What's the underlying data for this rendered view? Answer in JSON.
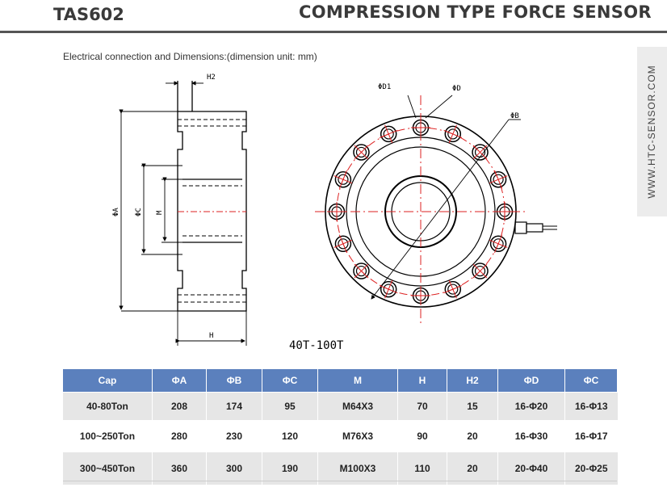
{
  "header": {
    "model": "TAS602",
    "title": "COMPRESSION TYPE FORCE SENSOR"
  },
  "side_label": "WWW.HTC-SENSOR.COM",
  "subtitle": "Electrical connection and Dimensions:(dimension unit: mm)",
  "drawing": {
    "labels": {
      "h2": "H2",
      "phi_a": "ΦA",
      "phi_c": "ΦC",
      "m": "M",
      "h": "H",
      "phi_d1": "ΦD1",
      "phi_d": "ΦD",
      "phi_b": "ΦB"
    },
    "caption": "40T-100T"
  },
  "table": {
    "headers": [
      "Cap",
      "ΦA",
      "ΦB",
      "ΦC",
      "M",
      "H",
      "H2",
      "ΦD",
      "ΦC"
    ],
    "rows": [
      [
        "40-80Ton",
        "208",
        "174",
        "95",
        "M64X3",
        "70",
        "15",
        "16-Φ20",
        "16-Φ13"
      ],
      [
        "100~250Ton",
        "280",
        "230",
        "120",
        "M76X3",
        "90",
        "20",
        "16-Φ30",
        "16-Φ17"
      ],
      [
        "300~450Ton",
        "360",
        "300",
        "190",
        "M100X3",
        "110",
        "20",
        "20-Φ40",
        "20-Φ25"
      ]
    ]
  },
  "colors": {
    "header_bg": "#5b80bd",
    "row_shade": "#e6e6e6",
    "dim_red": "#d22"
  }
}
